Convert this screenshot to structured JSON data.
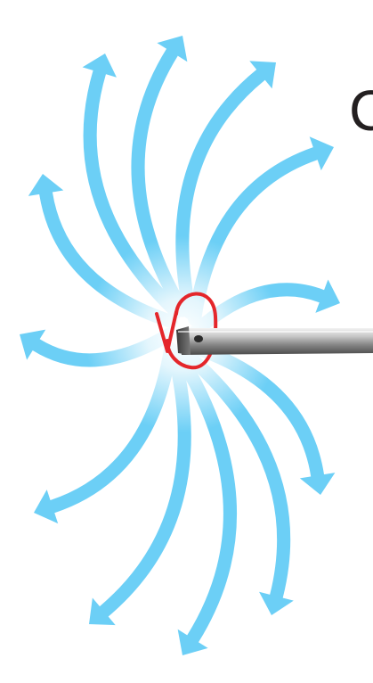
{
  "partial_text": "C",
  "colors": {
    "flow_arrow": "#6ccff6",
    "rotation_arrow": "#e4262b",
    "probe_shaft_light": "#d9d9d9",
    "probe_shaft_dark": "#5a5a5a",
    "text": "#231f20"
  },
  "icons": {
    "flow_arrows": "radial-flow-arrows",
    "rotation": "counterclockwise-rotation-arrow",
    "instrument": "probe-shaft"
  }
}
